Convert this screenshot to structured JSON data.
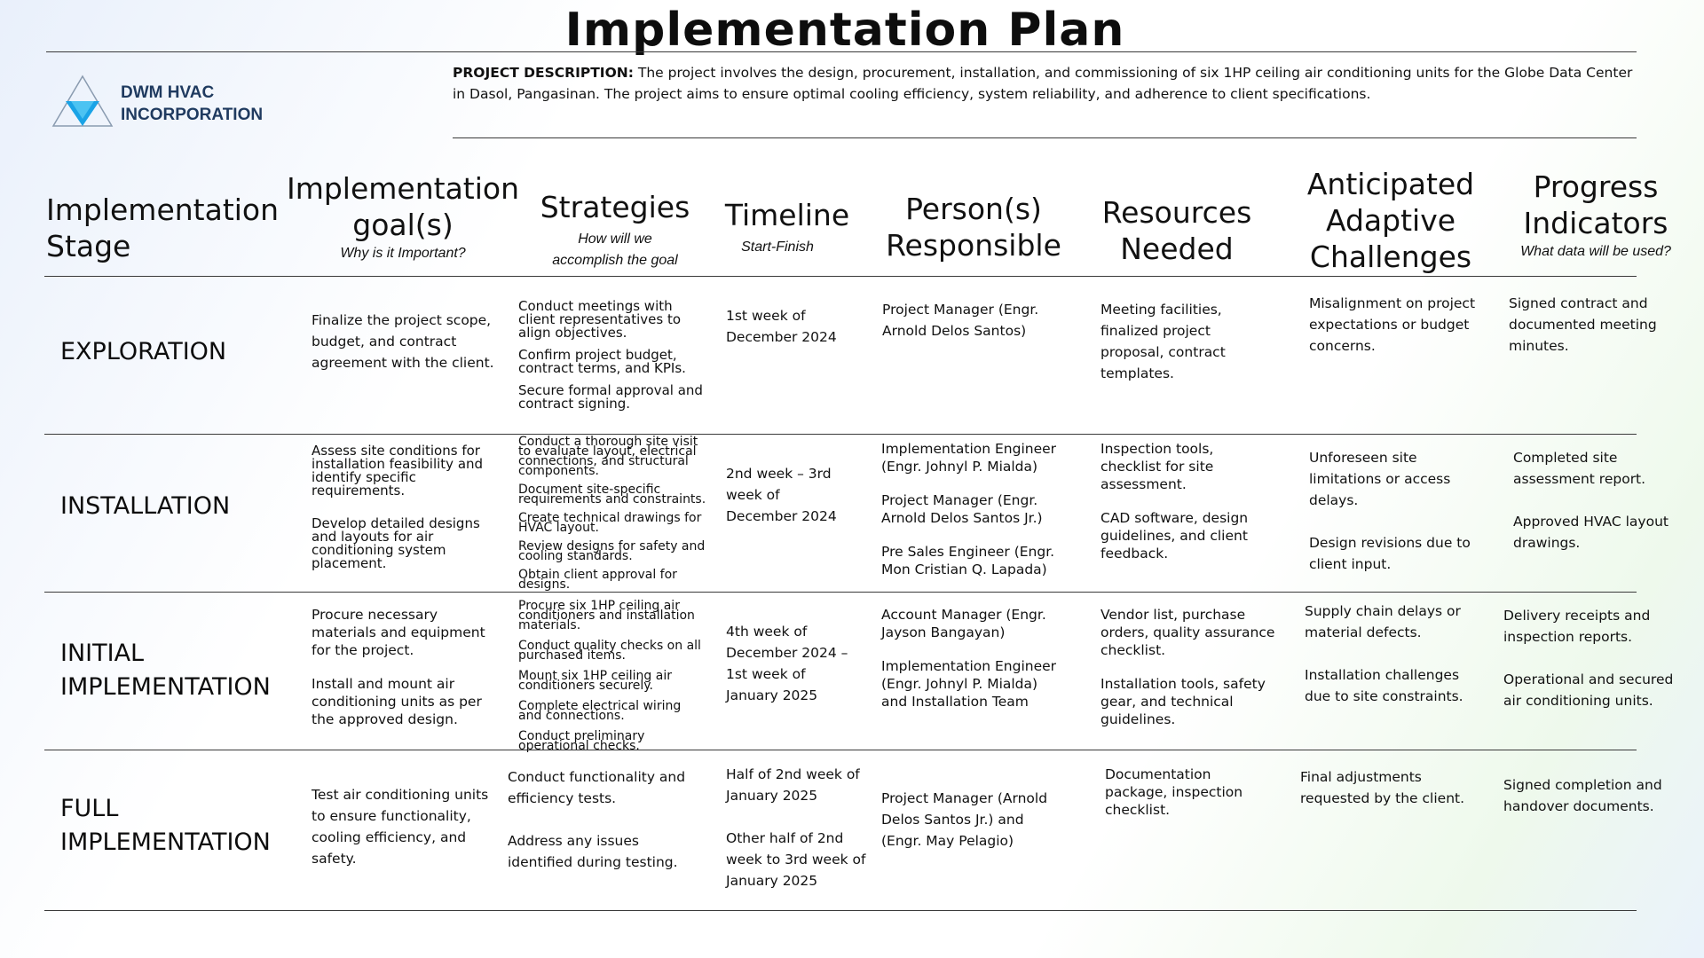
{
  "title": "Implementation Plan",
  "company": {
    "line1": "DWM HVAC",
    "line2": "INCORPORATION"
  },
  "description": {
    "label": "PROJECT DESCRIPTION:",
    "text": "The project involves the design, procurement, installation, and commissioning of six 1HP ceiling air conditioning units for the Globe Data Center in Dasol, Pangasinan. The project aims to ensure optimal cooling efficiency, system reliability, and adherence to client specifications."
  },
  "headers": [
    {
      "line1": "Implementation",
      "line2": "Stage",
      "sub": ""
    },
    {
      "line1": "Implementation",
      "line2": "goal(s)",
      "sub": "Why is it Important?"
    },
    {
      "line1": "Strategies",
      "line2": "",
      "sub1": "How will we",
      "sub2": "accomplish the goal"
    },
    {
      "line1": "Timeline",
      "line2": "",
      "sub": "Start-Finish"
    },
    {
      "line1": "Person(s)",
      "line2": "Responsible",
      "sub": ""
    },
    {
      "line1": "Resources",
      "line2": "Needed",
      "sub": ""
    },
    {
      "line1": "Anticipated",
      "line2": "Adaptive",
      "line3": "Challenges",
      "sub": ""
    },
    {
      "line1": "Progress",
      "line2": "Indicators",
      "sub": "What data will be used?"
    }
  ],
  "rows": [
    {
      "stage": [
        "EXPLORATION"
      ],
      "goals": [
        "Finalize the project scope, budget, and contract agreement with the client."
      ],
      "strategies": [
        "Conduct meetings with client representatives to align objectives.",
        "Confirm project budget, contract terms, and KPIs.",
        "Secure formal approval and contract signing."
      ],
      "timeline": [
        "1st week of December 2024"
      ],
      "persons": [
        "Project Manager (Engr. Arnold Delos Santos)"
      ],
      "resources": [
        "Meeting facilities, finalized project proposal, contract templates."
      ],
      "challenges": [
        "Misalignment on project expectations or budget concerns."
      ],
      "indicators": [
        "Signed contract and documented meeting minutes."
      ]
    },
    {
      "stage": [
        "INSTALLATION"
      ],
      "goals": [
        "Assess site conditions for installation feasibility and identify specific requirements.",
        "Develop detailed designs and layouts for air conditioning system placement."
      ],
      "strategies": [
        "Conduct a thorough site visit to evaluate layout, electrical connections, and structural components.",
        "Document site-specific requirements and constraints.",
        "Create technical drawings for HVAC layout.",
        "Review designs for safety and cooling standards.",
        "Obtain client approval for designs."
      ],
      "timeline": [
        "2nd week – 3rd week of December 2024"
      ],
      "persons": [
        "Implementation Engineer (Engr. Johnyl P. Mialda)",
        "Project Manager (Engr. Arnold Delos Santos Jr.)",
        "Pre Sales Engineer (Engr. Mon Cristian Q. Lapada)"
      ],
      "resources": [
        "Inspection tools, checklist for site assessment.",
        "CAD software, design guidelines, and client feedback."
      ],
      "challenges": [
        "Unforeseen site limitations or access delays.",
        "Design revisions due to client input."
      ],
      "indicators": [
        "Completed site assessment report.",
        "Approved HVAC layout drawings."
      ]
    },
    {
      "stage": [
        "INITIAL",
        "IMPLEMENTATION"
      ],
      "goals": [
        "Procure necessary materials and equipment for the project.",
        "Install and mount air conditioning units as per the approved design."
      ],
      "strategies": [
        "Procure six 1HP ceiling air conditioners and installation materials.",
        "Conduct quality checks on all purchased items.",
        "Mount six 1HP ceiling air conditioners securely.",
        "Complete electrical wiring and connections.",
        "Conduct preliminary operational checks."
      ],
      "timeline": [
        "4th week of December 2024 – 1st week of January 2025"
      ],
      "persons": [
        "Account Manager (Engr. Jayson Bangayan)",
        "Implementation Engineer (Engr. Johnyl P. Mialda) and Installation Team"
      ],
      "resources": [
        "Vendor list, purchase orders, quality assurance checklist.",
        "Installation tools, safety gear, and technical guidelines."
      ],
      "challenges": [
        "Supply chain delays or material defects.",
        "Installation challenges due to site constraints."
      ],
      "indicators": [
        "Delivery receipts and inspection reports.",
        "Operational and secured air conditioning units."
      ]
    },
    {
      "stage": [
        "FULL",
        "IMPLEMENTATION"
      ],
      "goals": [
        "Test air conditioning units to ensure functionality, cooling efficiency, and safety."
      ],
      "strategies": [
        "Conduct functionality and efficiency tests.",
        "Address any issues identified during testing."
      ],
      "timeline": [
        "Half of 2nd week of January 2025",
        "Other half of 2nd week to 3rd week of January 2025"
      ],
      "persons": [
        "Project Manager (Arnold Delos Santos Jr.) and (Engr. May Pelagio)"
      ],
      "resources": [
        "Documentation package, inspection checklist."
      ],
      "challenges": [
        "Final adjustments requested by the client."
      ],
      "indicators": [
        "Signed completion and handover documents."
      ]
    }
  ],
  "colors": {
    "logo_blue": "#1aa3e6",
    "company_text": "#1f3a5f"
  }
}
